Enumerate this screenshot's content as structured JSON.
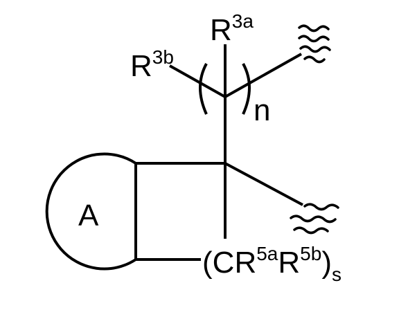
{
  "structure": {
    "ring_label": "A",
    "substituents": {
      "r3a": {
        "base": "R",
        "sup": "3a"
      },
      "r3b": {
        "base": "R",
        "sup": "3b"
      }
    },
    "repeat_index": "n",
    "bottom_group": {
      "open_paren": "(",
      "c": "C",
      "r1": "R",
      "r1_sup": "5a",
      "r2": "R",
      "r2_sup": "5b",
      "close_paren": ")",
      "subscript": "s"
    }
  }
}
